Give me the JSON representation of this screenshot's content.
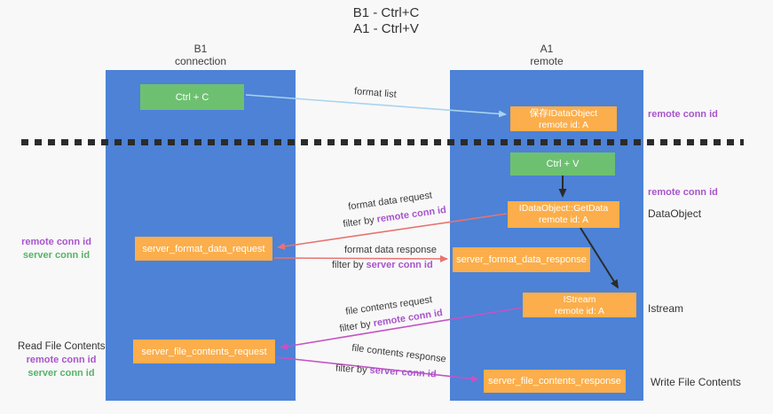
{
  "title": {
    "line1": "B1 - Ctrl+C",
    "line2": "A1 - Ctrl+V"
  },
  "lanes": {
    "left": {
      "name": "B1",
      "role": "connection"
    },
    "right": {
      "name": "A1",
      "role": "remote"
    }
  },
  "nodes": {
    "ctrl_c": {
      "label": "Ctrl + C"
    },
    "ctrl_v": {
      "label": "Ctrl + V"
    },
    "saved_idataobject": {
      "line1": "保存IDataObject",
      "line2": "remote id: A"
    },
    "getdata": {
      "line1": "IDataObject::GetData",
      "line2": "remote id: A"
    },
    "istream": {
      "line1": "IStream",
      "line2": "remote id: A"
    },
    "server_format_data_request": {
      "label": "server_format_data_request"
    },
    "server_format_data_response": {
      "label": "server_format_data_response"
    },
    "server_file_contents_request": {
      "label": "server_file_contents_request"
    },
    "server_file_contents_response": {
      "label": "server_file_contents_response"
    }
  },
  "flows": {
    "format_list": {
      "label": "format list"
    },
    "format_data_request": {
      "label": "format data request",
      "filter_prefix": "filter by ",
      "filter_key": "remote conn id"
    },
    "format_data_response": {
      "label": "format data response",
      "filter_prefix": "filter by ",
      "filter_key": "server conn id"
    },
    "file_contents_request": {
      "label": "file contents request",
      "filter_prefix": "filter by ",
      "filter_key": "remote conn id"
    },
    "file_contents_response": {
      "label": "file contents response",
      "filter_prefix": "filter by ",
      "filter_key": "server conn id"
    }
  },
  "annotations": {
    "right_row1": {
      "remote": "remote conn id"
    },
    "right_row2": {
      "remote": "remote conn id",
      "object": "DataObject"
    },
    "right_row3": {
      "object": "Istream"
    },
    "right_row4": {
      "object": "Write File Contents"
    },
    "left_row1": {
      "remote": "remote conn id",
      "server": "server conn id"
    },
    "left_row2": {
      "title": "Read File Contents",
      "remote": "remote conn id",
      "server": "server conn id"
    }
  },
  "colors": {
    "lane_blue": "#4d82d6",
    "box_green": "#6ec071",
    "box_orange": "#fbae4b",
    "arrow_lightblue": "#a8d3f0",
    "arrow_red": "#e8736f",
    "arrow_magenta": "#c553c5",
    "arrow_black": "#2b2b2b",
    "text_purple": "#a855cc",
    "text_green": "#57b368",
    "background": "#f8f8f8"
  }
}
